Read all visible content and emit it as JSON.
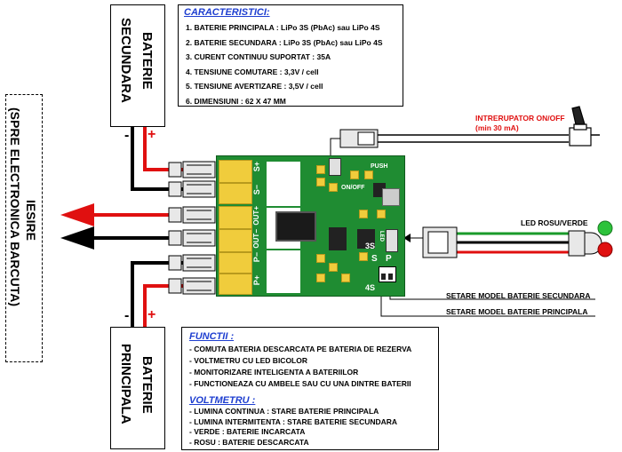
{
  "battery_secondary": {
    "line1": "BATERIE",
    "line2": "SECUNDARA",
    "minus": "-",
    "plus": "+"
  },
  "battery_primary": {
    "line1": "BATERIE",
    "line2": "PRINCIPALA",
    "minus": "-",
    "plus": "+"
  },
  "output_label": {
    "line1": "IESIRE",
    "line2": "(SPRE ELECTRONICA BARCUTA)"
  },
  "specs": {
    "title": "CARACTERISTICI:",
    "items": [
      "1. BATERIE PRINCIPALA  : LiPo 3S (PbAc) sau LiPo 4S",
      "2. BATERIE SECUNDARA  : LiPo 3S (PbAc) sau LiPo 4S",
      "3. CURENT CONTINUU  SUPORTAT : 35A",
      "4. TENSIUNE COMUTARE    : 3,3V / cell",
      "5. TENSIUNE AVERTIZARE  : 3,5V / cell",
      "6. DIMENSIUNI : 62 X 47 MM"
    ]
  },
  "switch_label": {
    "line1": "INTRERUPATOR  ON/OFF",
    "line2": "(min 30 mA)"
  },
  "led_label": "LED ROSU/VERDE",
  "dip_secondary_label": "SETARE MODEL BATERIE SECUNDARA",
  "dip_primary_label": "SETARE MODEL BATERIE PRINCIPALA",
  "board": {
    "pins": [
      "S+",
      "S−",
      "OUT+",
      "OUT−",
      "P−",
      "P+"
    ],
    "push": "PUSH",
    "onoff": "ON/OFF",
    "led": "LED",
    "s_mark": "S",
    "p_mark": "P",
    "s3": "3S",
    "s4": "4S"
  },
  "functions": {
    "title": "FUNCTII :",
    "items": [
      "- COMUTA  BATERIA DESCARCATA PE BATERIA DE REZERVA",
      "- VOLTMETRU CU LED BICOLOR",
      "- MONITORIZARE INTELIGENTA A BATERIILOR",
      "- FUNCTIONEAZA CU AMBELE SAU CU UNA DINTRE BATERII"
    ]
  },
  "voltmeter": {
    "title": "VOLTMETRU :",
    "items": [
      "- LUMINA CONTINUA : STARE BATERIE PRINCIPALA",
      "- LUMINA INTERMITENTA : STARE BATERIE SECUNDARA",
      "- VERDE : BATERIE INCARCATA",
      "- ROSU   : BATERIE DESCARCATA"
    ]
  },
  "colors": {
    "pcb": "#1f8c32",
    "wire_red": "#e01010",
    "title_blue": "#1f3fd0",
    "label_red": "#e01010"
  }
}
